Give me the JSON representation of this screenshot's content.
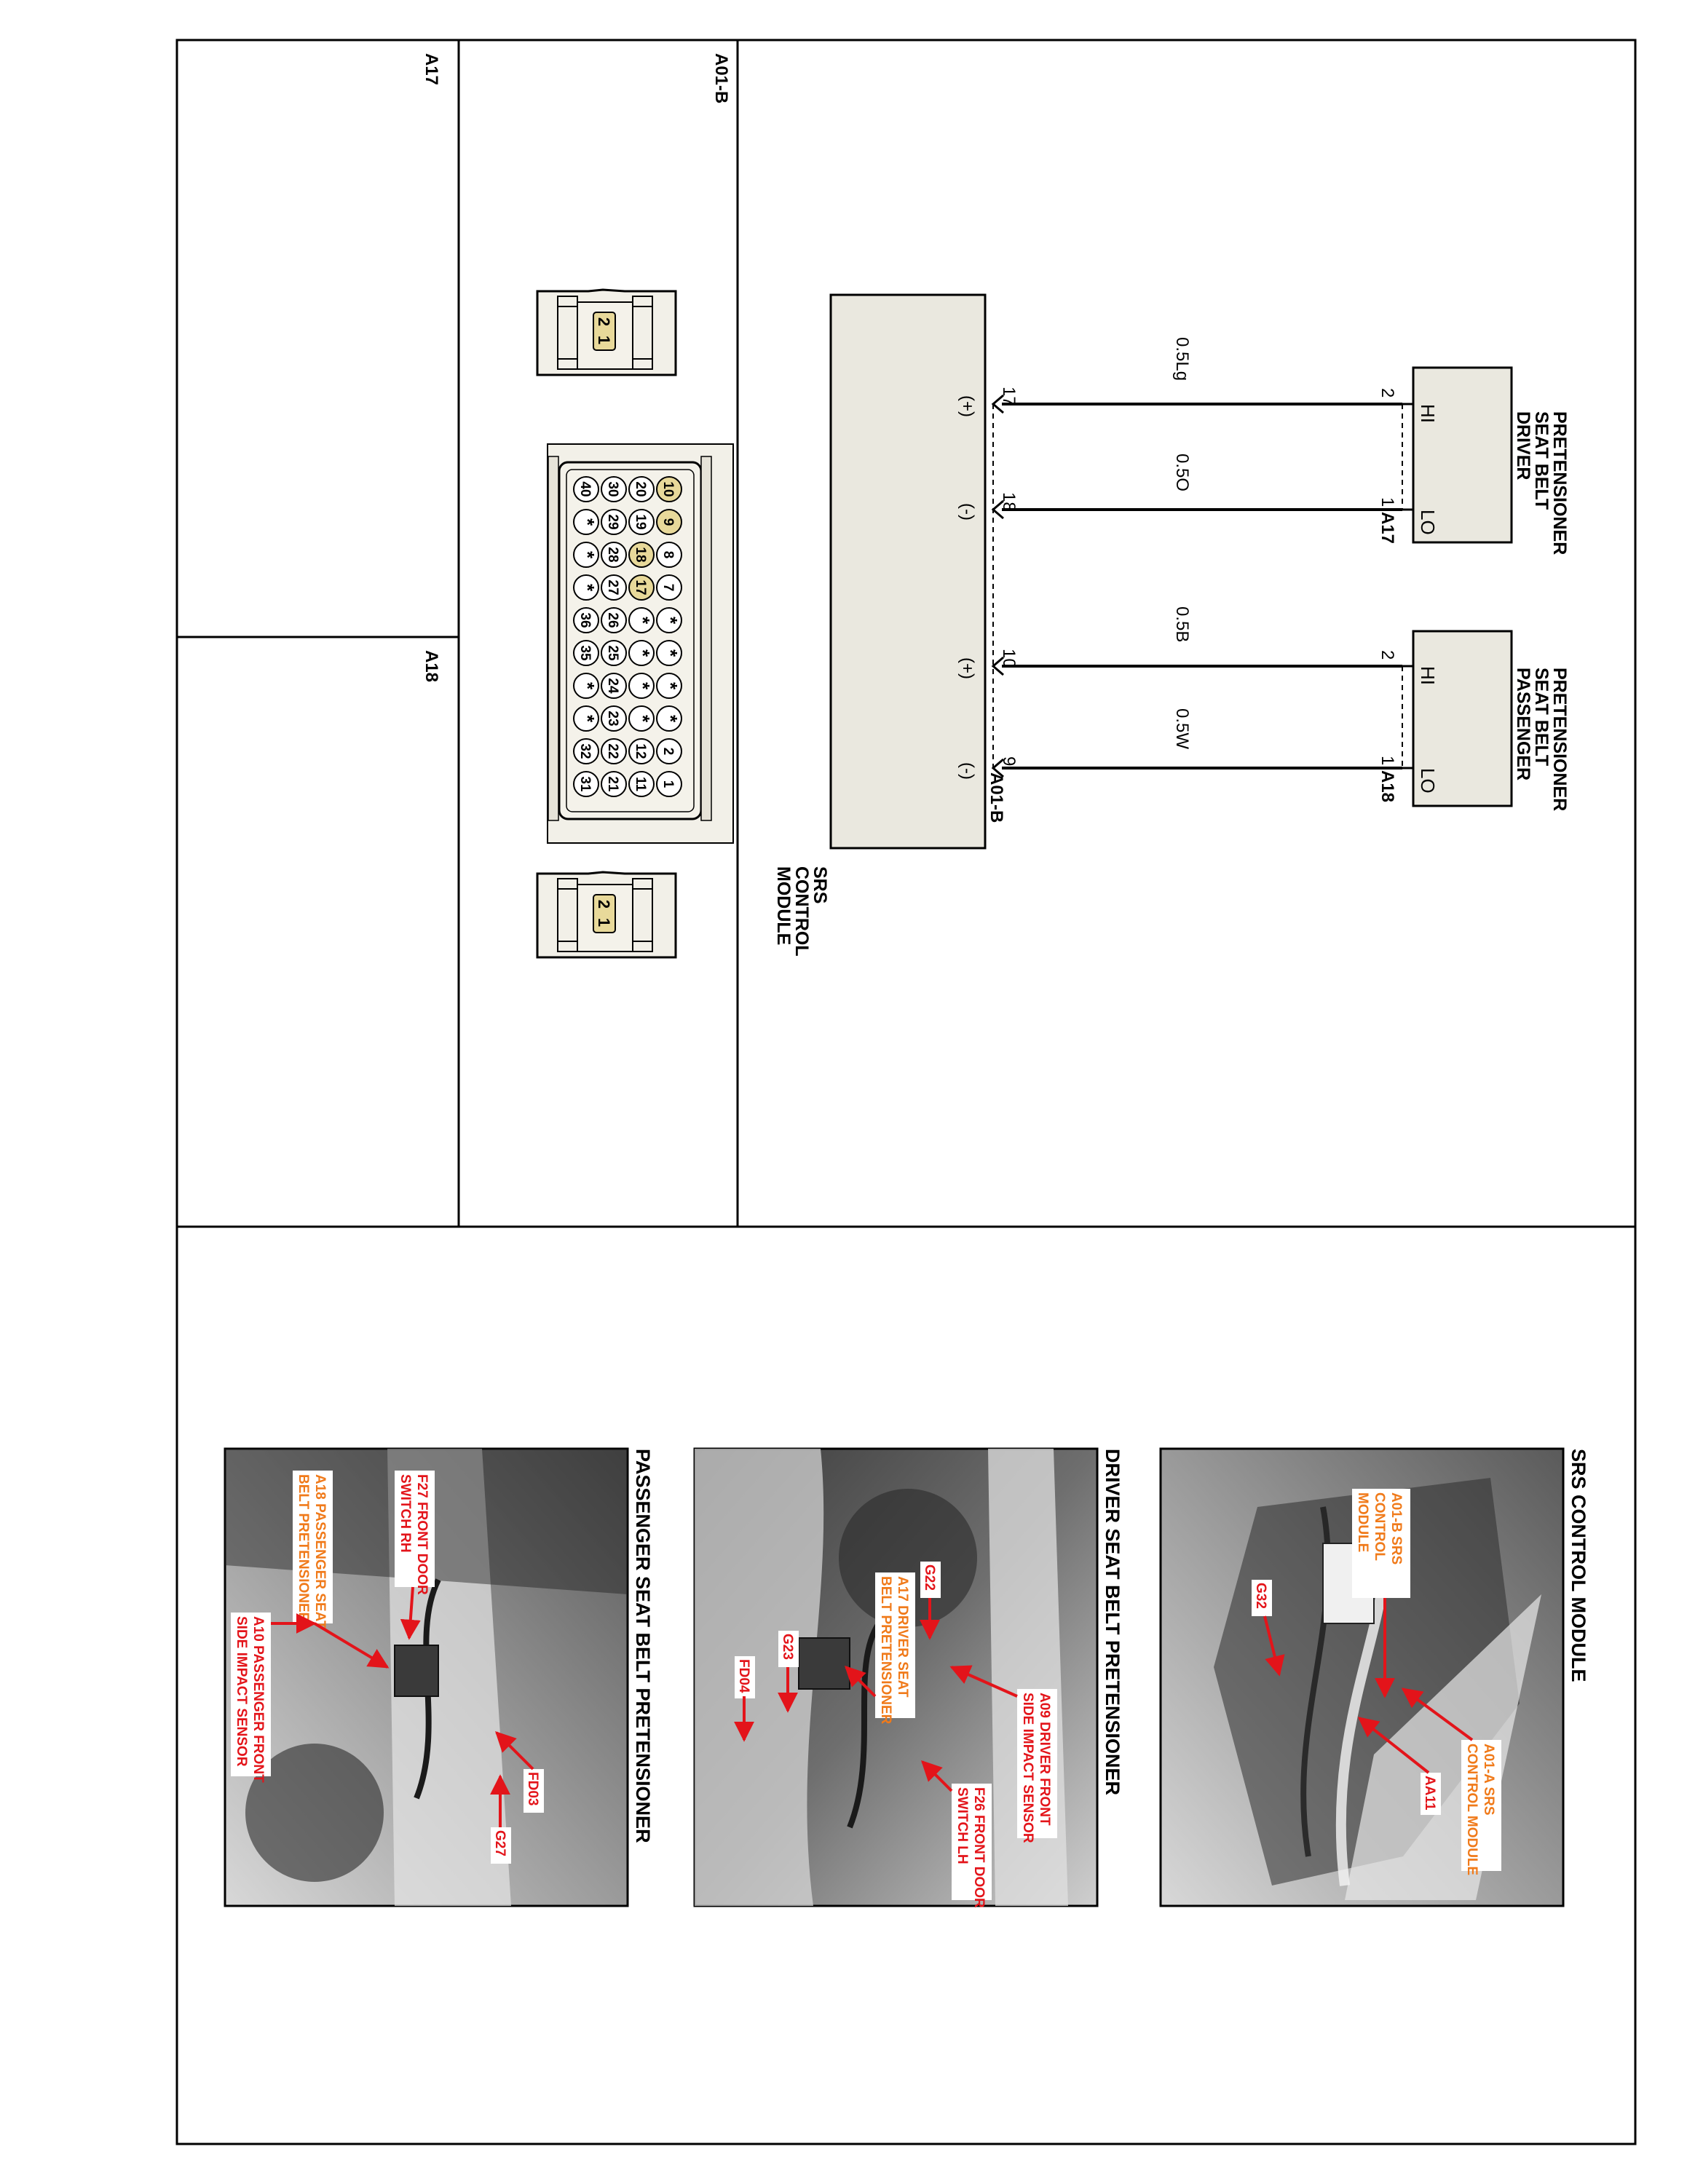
{
  "wiring": {
    "driver_pretensioner": {
      "label": [
        "DRIVER",
        "SEAT BELT",
        "PRETENSIONER"
      ],
      "connector": "A17",
      "pin_hi": "HI",
      "pin_lo": "LO",
      "pin_hi_num": "2",
      "pin_lo_num": "1"
    },
    "passenger_pretensioner": {
      "label": [
        "PASSENGER",
        "SEAT BELT",
        "PRETENSIONER"
      ],
      "connector": "A18",
      "pin_hi": "HI",
      "pin_lo": "LO",
      "pin_hi_num": "2",
      "pin_lo_num": "1"
    },
    "srs_module": {
      "label": [
        "SRS",
        "CONTROL",
        "MODULE"
      ],
      "connector": "A01-B"
    },
    "wires": [
      {
        "color": "0.5Lg",
        "module_pin": "17",
        "polarity": "(+)"
      },
      {
        "color": "0.5O",
        "module_pin": "18",
        "polarity": "(-)"
      },
      {
        "color": "0.5B",
        "module_pin": "10",
        "polarity": "(+)"
      },
      {
        "color": "0.5W",
        "module_pin": "9",
        "polarity": "(-)"
      }
    ]
  },
  "connector_views": {
    "a17": {
      "title": "A17",
      "pins": [
        "2",
        "1"
      ]
    },
    "a01b": {
      "title": "A01-B",
      "rows": [
        [
          "10",
          "9",
          "8",
          "7",
          "*",
          "*",
          "*",
          "*",
          "2",
          "1"
        ],
        [
          "20",
          "19",
          "18",
          "17",
          "*",
          "*",
          "*",
          "*",
          "12",
          "11"
        ],
        [
          "30",
          "29",
          "28",
          "27",
          "26",
          "25",
          "24",
          "23",
          "22",
          "21"
        ],
        [
          "40",
          "*",
          "*",
          "*",
          "36",
          "35",
          "*",
          "*",
          "32",
          "31"
        ]
      ],
      "highlighted": [
        "10",
        "9",
        "18",
        "17"
      ]
    },
    "a18": {
      "title": "A18",
      "pins": [
        "2",
        "1"
      ]
    }
  },
  "photos": {
    "srs": {
      "title": "SRS CONTROL MODULE",
      "callouts": {
        "a01b": [
          "A01-B SRS",
          "CONTROL",
          "MODULE"
        ],
        "a01a": [
          "A01-A SRS",
          "CONTROL MODULE"
        ],
        "g32": "G32",
        "aa11": "AA11"
      }
    },
    "driver": {
      "title": "DRIVER SEAT BELT PRETENSIONER",
      "callouts": {
        "fd04": "FD04",
        "g23": "G23",
        "g22": "G22",
        "a17": [
          "A17 DRIVER SEAT",
          "BELT PRETENSIONER"
        ],
        "a09": [
          "A09 DRIVER FRONT",
          "SIDE IMPACT SENSOR"
        ],
        "f26": [
          "F26 FRONT DOOR",
          "SWITCH LH"
        ]
      }
    },
    "passenger": {
      "title": "PASSENGER SEAT BELT PRETENSIONER",
      "callouts": {
        "a18": [
          "A18 PASSENGER SEAT",
          "BELT PRETENSIONER"
        ],
        "f27": [
          "F27 FRONT DOOR",
          "SWITCH RH"
        ],
        "a10": [
          "A10 PASSENGER FRONT",
          "SIDE IMPACT SENSOR"
        ],
        "fd03": "FD03",
        "g27": "G27"
      }
    }
  },
  "colors": {
    "component_fill": "#eae8df",
    "highlight": "#e8d99a",
    "callout_red": "#e3141a",
    "callout_orange": "#f07a1a"
  }
}
